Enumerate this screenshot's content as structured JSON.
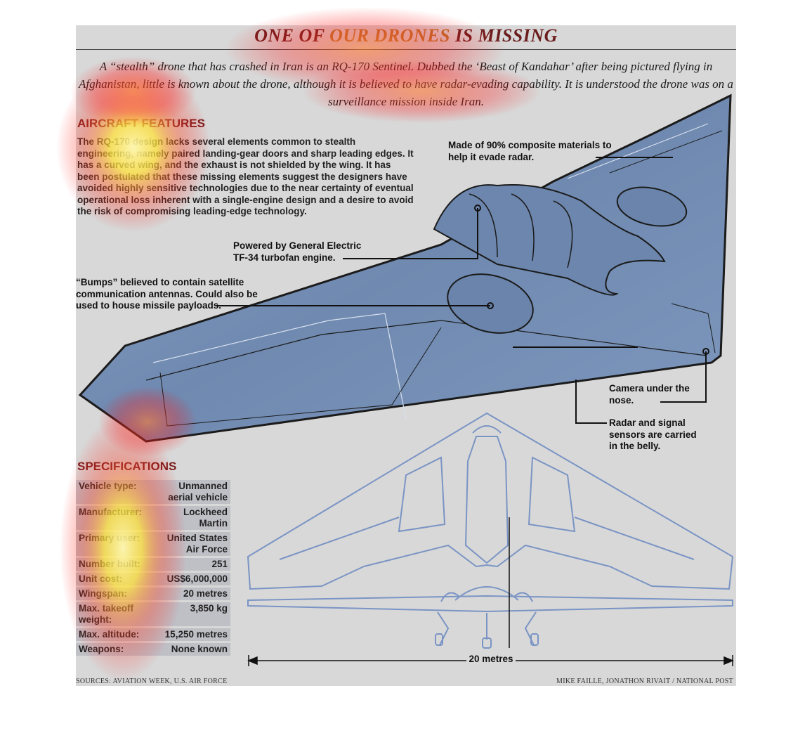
{
  "title_part1": "ONE OF ",
  "title_highlight": "OUR DRONES",
  "title_part2": " IS MISSING",
  "intro": "A “stealth” drone that has crashed in Iran is an RQ-170 Sentinel. Dubbed the ‘Beast of Kandahar’ after being pictured flying in Afghanistan, little is known about the drone, although it is believed to have radar-evading capability. It is understood the drone was on a surveillance mission inside Iran.",
  "features": {
    "heading": "AIRCRAFT FEATURES",
    "body": "The RQ-170 design lacks several elements common to stealth engineering, namely paired landing-gear doors and sharp leading edges. It has a curved wing, and the exhaust is not shielded by the wing. It has been postulated that these missing elements suggest the designers have avoided highly sensitive technologies due to the near certainty of eventual operational loss inherent with a single-engine design and a desire to avoid the risk of compromising leading-edge technology."
  },
  "callouts": {
    "composite": "Made of 90% composite materials to help it evade radar.",
    "engine": "Powered by General Electric TF-34 turbofan engine.",
    "bumps": "“Bumps” believed to contain satellite communication antennas. Could also be used to house missile payloads.",
    "camera": "Camera under the nose.",
    "radar": "Radar and signal sensors are carried in the belly."
  },
  "specs": {
    "heading": "SPECIFICATIONS",
    "rows": [
      {
        "label": "Vehicle type:",
        "value": "Unmanned aerial vehicle"
      },
      {
        "label": "Manufacturer:",
        "value": "Lockheed Martin"
      },
      {
        "label": "Primary user:",
        "value": "United States Air Force"
      },
      {
        "label": "Number built:",
        "value": "251"
      },
      {
        "label": "Unit cost:",
        "value": "US$6,000,000"
      },
      {
        "label": "Wingspan:",
        "value": "20 metres"
      },
      {
        "label": "Max. takeoff weight:",
        "value": "3,850 kg"
      },
      {
        "label": "Max. altitude:",
        "value": "15,250 metres"
      },
      {
        "label": "Weapons:",
        "value": "None known"
      }
    ]
  },
  "dimension_label": "20 metres",
  "sources": "SOURCES: AVIATION WEEK, U.S. AIR FORCE",
  "credit": "MIKE FAILLE, JONATHON RIVAIT  / NATIONAL POST",
  "colors": {
    "heading": "#7a1f1f",
    "title_highlight": "#b7762a",
    "drone_fill": "#7a93b8",
    "blueprint": "#7a94c4",
    "panel": "#d8d8d8"
  }
}
